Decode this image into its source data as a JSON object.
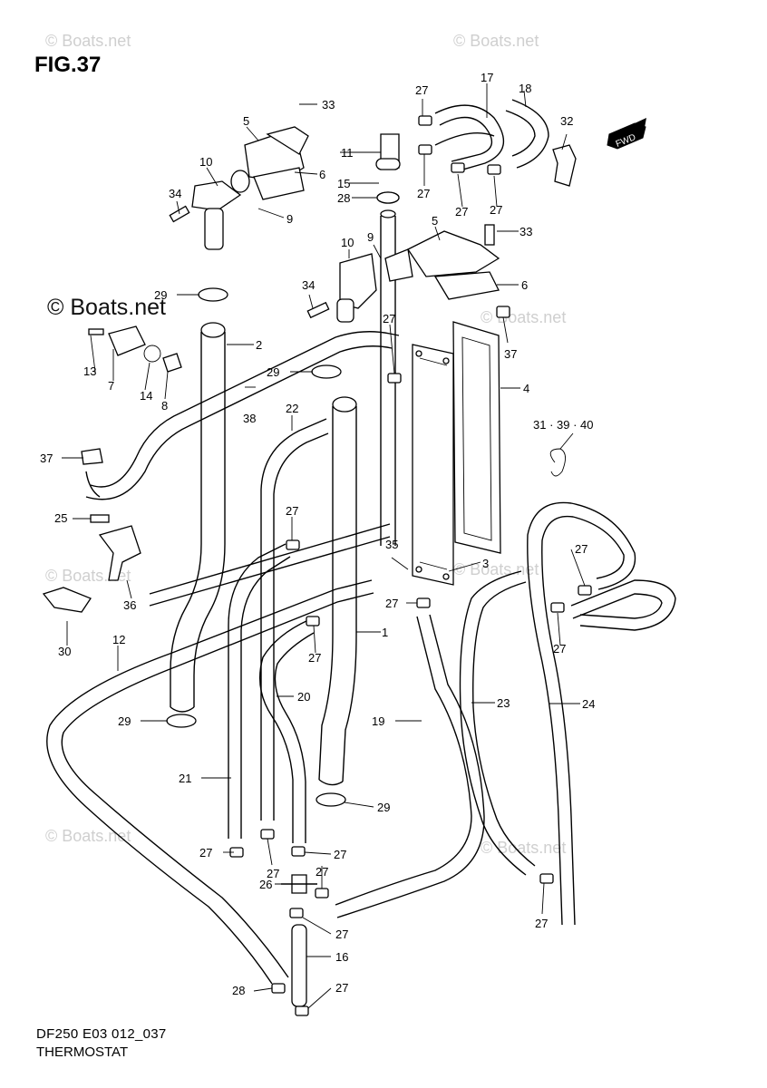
{
  "figure": {
    "title": "FIG.37",
    "code": "DF250 E03 012_037",
    "caption": "THERMOSTAT"
  },
  "watermark": {
    "text": "© Boats.net",
    "text_large": "© Boats.net"
  },
  "badge": {
    "text": "FWD"
  },
  "callouts": {
    "c1": "1",
    "c2": "2",
    "c3": "3",
    "c4": "4",
    "c5a": "5",
    "c5b": "5",
    "c6a": "6",
    "c6b": "6",
    "c7": "7",
    "c8": "8",
    "c9a": "9",
    "c9b": "9",
    "c10a": "10",
    "c10b": "10",
    "c11": "11",
    "c12": "12",
    "c13": "13",
    "c14": "14",
    "c15": "15",
    "c16": "16",
    "c17": "17",
    "c18": "18",
    "c19": "19",
    "c20": "20",
    "c21": "21",
    "c22": "22",
    "c23": "23",
    "c24": "24",
    "c25": "25",
    "c26": "26",
    "c27a": "27",
    "c27b": "27",
    "c27c": "27",
    "c27d": "27",
    "c27e": "27",
    "c27f": "27",
    "c27g": "27",
    "c27h": "27",
    "c27i": "27",
    "c27j": "27",
    "c27k": "27",
    "c27l": "27",
    "c27m": "27",
    "c27n": "27",
    "c27o": "27",
    "c27p": "27",
    "c28a": "28",
    "c28b": "28",
    "c29a": "29",
    "c29b": "29",
    "c29c": "29",
    "c29d": "29",
    "c30": "30",
    "c31": "31 · 39 · 40",
    "c32": "32",
    "c33a": "33",
    "c33b": "33",
    "c34a": "34",
    "c34b": "34",
    "c35": "35",
    "c36": "36",
    "c37a": "37",
    "c37b": "37",
    "c38": "38"
  }
}
